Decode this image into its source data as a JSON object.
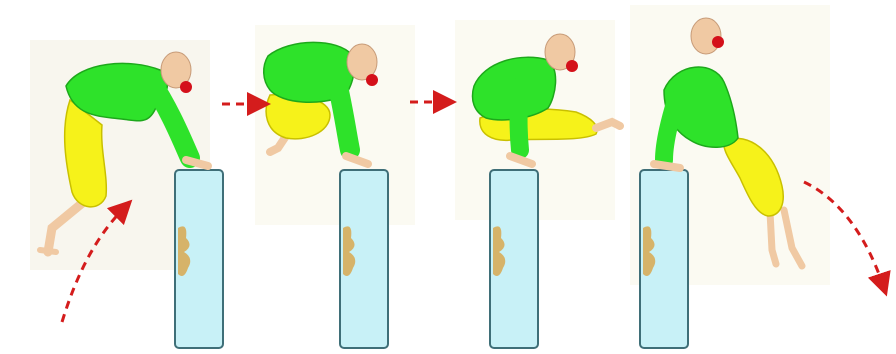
{
  "colors": {
    "background": "#ffffff",
    "panel_tint": "#f8f6ee",
    "shirt": "#2ee22a",
    "shirt_outline": "#1da81b",
    "pants": "#f6f21a",
    "pants_outline": "#c9c000",
    "skin": "#f0c9a3",
    "skin_outline": "#c79b78",
    "nose": "#d4101a",
    "obstacle_fill": "#c8f1f7",
    "obstacle_outline": "#3f6f78",
    "obstacle_shadow": "#d8a850",
    "arrow": "#d41c1c"
  },
  "figure": {
    "stages": [
      {
        "pose": "approach-crouch"
      },
      {
        "pose": "tuck-on-top"
      },
      {
        "pose": "legs-swing-through"
      },
      {
        "pose": "push-off-and-drop"
      }
    ],
    "arrows": [
      {
        "style": "dashed-curve",
        "direction": "up-right"
      },
      {
        "style": "dashed-straight",
        "direction": "right"
      },
      {
        "style": "dashed-straight",
        "direction": "right"
      },
      {
        "style": "dashed-curve",
        "direction": "down-right"
      }
    ],
    "obstacle_icon": "vault-box-icon",
    "arrow_icon": "dashed-arrow-icon"
  }
}
